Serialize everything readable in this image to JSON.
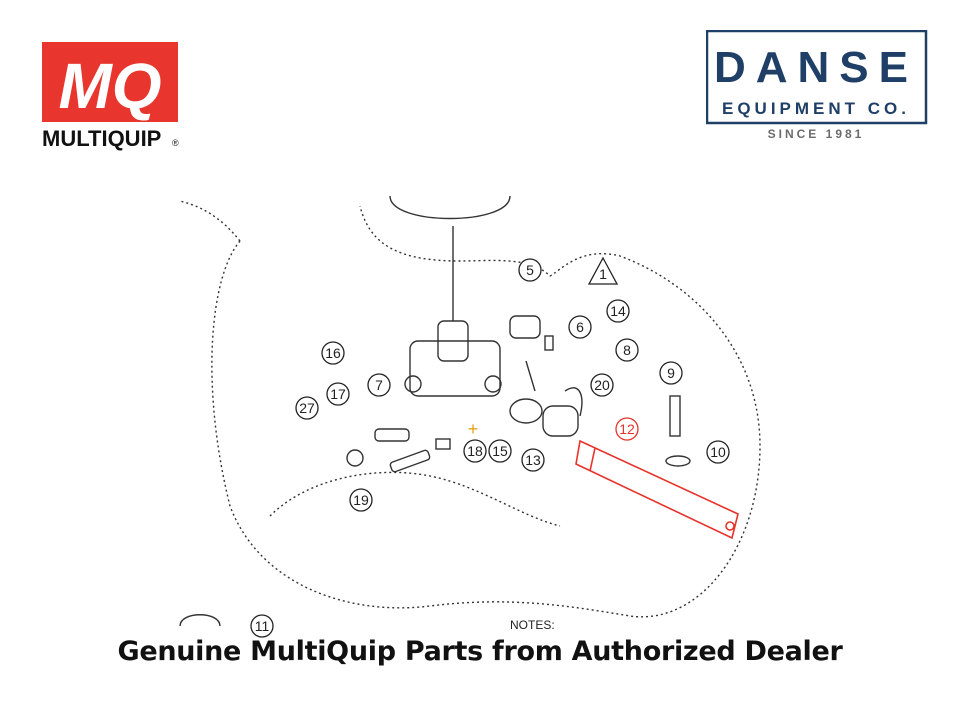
{
  "brand": {
    "mq_monogram": "MQ",
    "mq_name": "MULTIQUIP",
    "mq_registered": "®",
    "mq_color": "#e8362f",
    "dealer_name": "DANSE",
    "dealer_subtitle": "EQUIPMENT CO.",
    "dealer_since": "SINCE 1981",
    "dealer_color": "#1f3f66"
  },
  "diagram": {
    "highlight_color": "#e8322a",
    "notes_label": "NOTES:",
    "callouts": [
      {
        "id": "1",
        "shape": "triangle"
      },
      {
        "id": "5"
      },
      {
        "id": "6"
      },
      {
        "id": "14"
      },
      {
        "id": "8"
      },
      {
        "id": "16"
      },
      {
        "id": "20"
      },
      {
        "id": "9"
      },
      {
        "id": "17"
      },
      {
        "id": "7"
      },
      {
        "id": "27"
      },
      {
        "id": "12",
        "highlighted": true
      },
      {
        "id": "18"
      },
      {
        "id": "15"
      },
      {
        "id": "10"
      },
      {
        "id": "13"
      },
      {
        "id": "19"
      },
      {
        "id": "11"
      }
    ]
  },
  "caption": "Genuine MultiQuip Parts from Authorized Dealer"
}
